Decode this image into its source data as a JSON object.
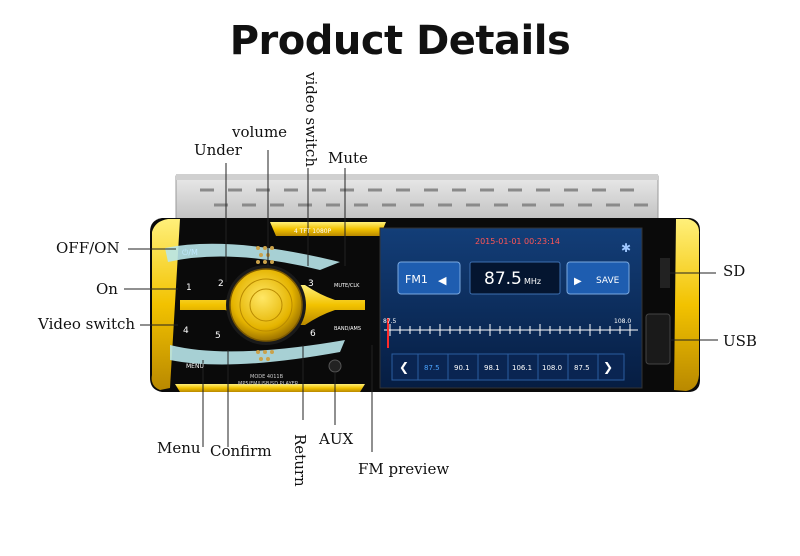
{
  "page": {
    "title": "Product Details"
  },
  "labels": {
    "off_on": "OFF/ON",
    "on": "On",
    "video_switch_left": "Video switch",
    "menu": "Menu",
    "confirm": "Confirm",
    "return": "Return",
    "aux": "AUX",
    "fm_preview": "FM preview",
    "under": "Under",
    "volume": "volume",
    "video_switch_top": "video switch",
    "mute": "Mute",
    "sd": "SD",
    "usb": "USB"
  },
  "device": {
    "model_strip": "4 TFT 1080P",
    "datetime": "2015-01-01  00:23:14",
    "band": "FM1",
    "frequency": "87.5",
    "freq_unit": "MHz",
    "save": "SAVE",
    "scale_min": "87.5",
    "scale_max": "108.0",
    "presets": [
      "87.5",
      "90.1",
      "98.1",
      "106.1",
      "108.0",
      "87.5"
    ],
    "buttons": {
      "power": "⏻/M",
      "b1": "1",
      "b2": "2",
      "b3": "3",
      "b4": "4",
      "b5": "5",
      "b6": "6",
      "mute_clk": "MUTE/CLK",
      "band_ams": "BAND/AMS",
      "menu": "MENU",
      "mode_text": "MODE 4011B",
      "player_text": "MP5/FM/USB/SD PLAYER"
    }
  },
  "colors": {
    "accent": "#f2c200",
    "panel": "#0a0a0a",
    "screen_bg": "#0b2d5e"
  }
}
